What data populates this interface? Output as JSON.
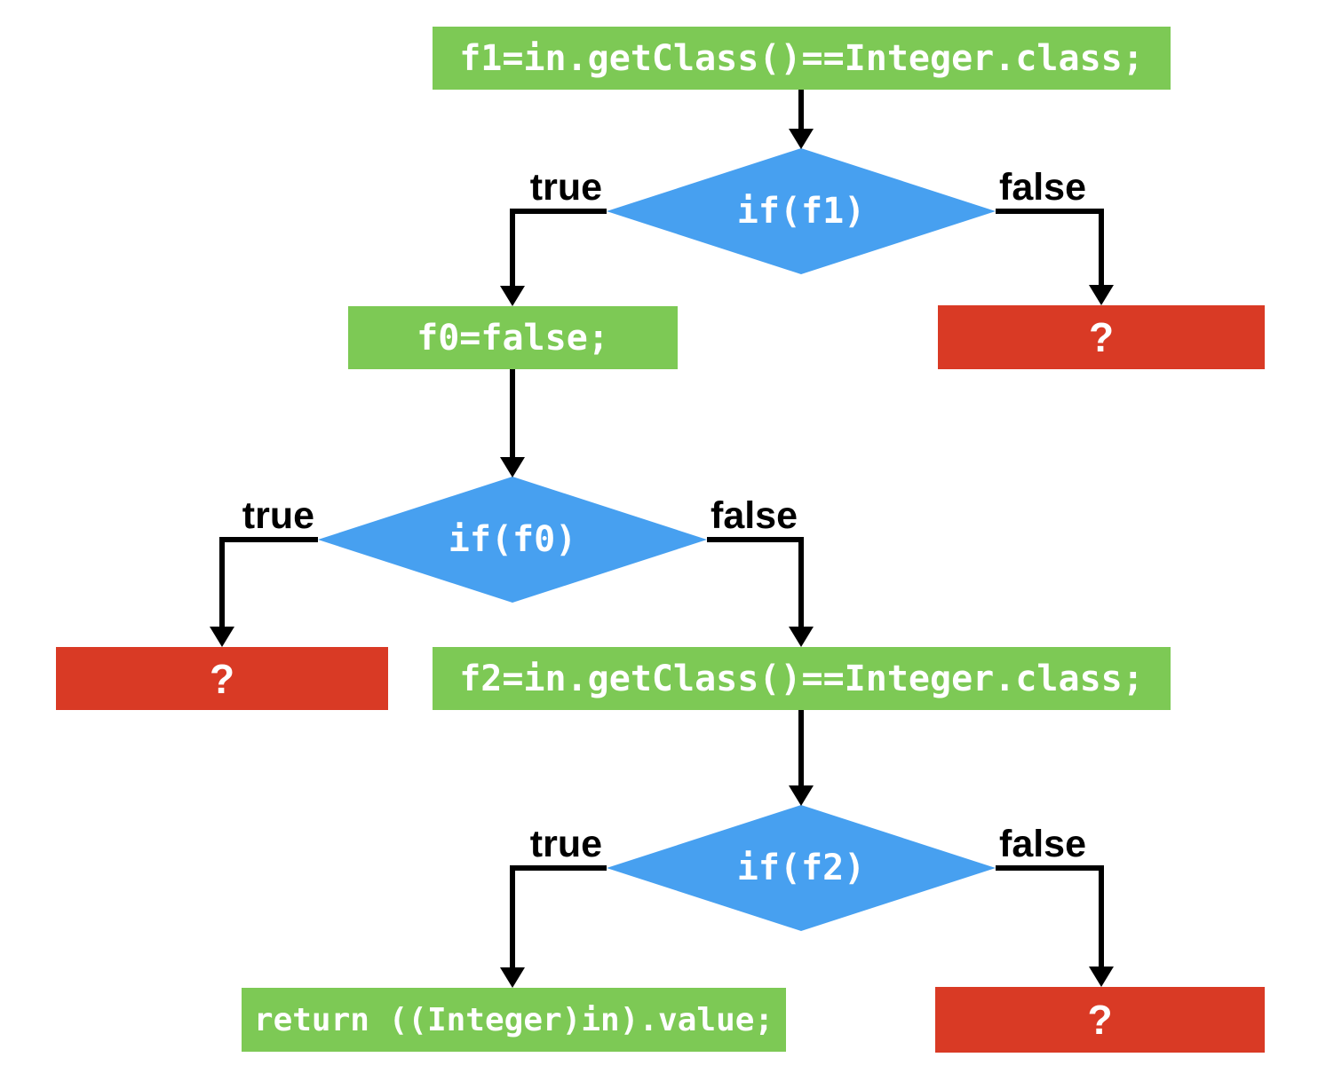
{
  "colors": {
    "background": "#ffffff",
    "process": "#7dc955",
    "decision": "#47a0f0",
    "unknown": "#d93a25",
    "connector": "#000000",
    "box_text": "#ffffff",
    "label_text": "#000000"
  },
  "nodes": {
    "stmt_f1": {
      "type": "process",
      "label": "f1=in.getClass()==Integer.class;"
    },
    "decision_f1": {
      "type": "decision",
      "label": "if(f1)"
    },
    "stmt_f0": {
      "type": "process",
      "label": "f0=false;"
    },
    "unknown_f1_false": {
      "type": "unknown",
      "label": "?"
    },
    "decision_f0": {
      "type": "decision",
      "label": "if(f0)"
    },
    "unknown_f0_true": {
      "type": "unknown",
      "label": "?"
    },
    "stmt_f2": {
      "type": "process",
      "label": "f2=in.getClass()==Integer.class;"
    },
    "decision_f2": {
      "type": "decision",
      "label": "if(f2)"
    },
    "stmt_return": {
      "type": "process",
      "label": "return ((Integer)in).value;"
    },
    "unknown_f2_false": {
      "type": "unknown",
      "label": "?"
    }
  },
  "edges": [
    {
      "from": "stmt_f1",
      "to": "decision_f1",
      "label": ""
    },
    {
      "from": "decision_f1",
      "to": "stmt_f0",
      "label": "true"
    },
    {
      "from": "decision_f1",
      "to": "unknown_f1_false",
      "label": "false"
    },
    {
      "from": "stmt_f0",
      "to": "decision_f0",
      "label": ""
    },
    {
      "from": "decision_f0",
      "to": "unknown_f0_true",
      "label": "true"
    },
    {
      "from": "decision_f0",
      "to": "stmt_f2",
      "label": "false"
    },
    {
      "from": "stmt_f2",
      "to": "decision_f2",
      "label": ""
    },
    {
      "from": "decision_f2",
      "to": "stmt_return",
      "label": "true"
    },
    {
      "from": "decision_f2",
      "to": "unknown_f2_false",
      "label": "false"
    }
  ]
}
